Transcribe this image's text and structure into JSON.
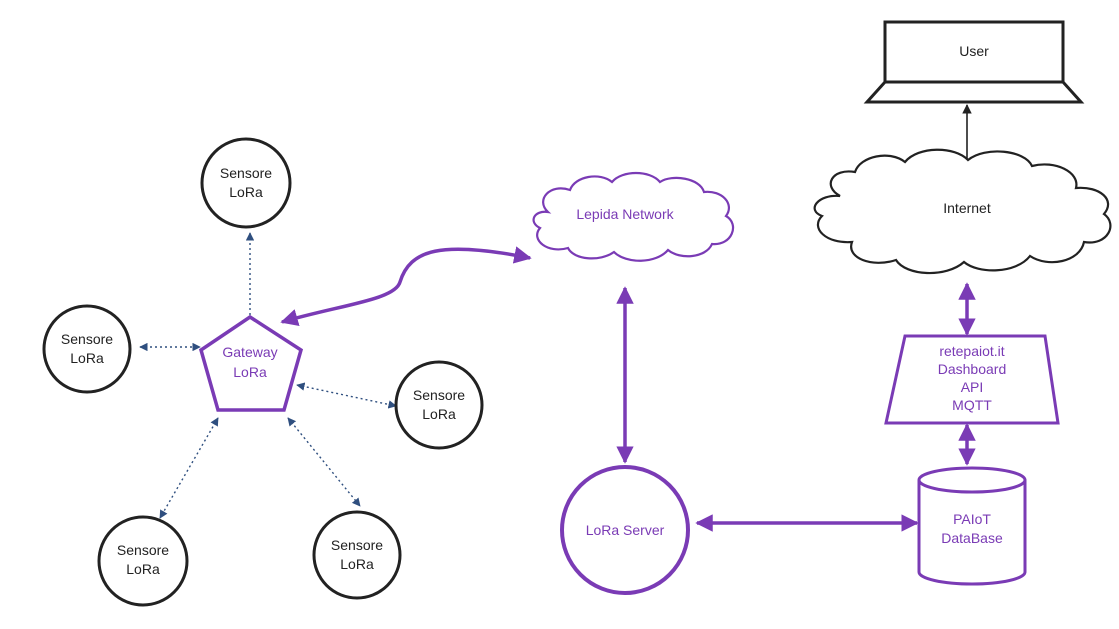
{
  "colors": {
    "accent": "#7a3bb5",
    "node_outline": "#222222",
    "dotted_link": "#2f4f7f",
    "background": "#ffffff"
  },
  "nodes": {
    "sensors": [
      {
        "line1": "Sensore",
        "line2": "LoRa"
      },
      {
        "line1": "Sensore",
        "line2": "LoRa"
      },
      {
        "line1": "Sensore",
        "line2": "LoRa"
      },
      {
        "line1": "Sensore",
        "line2": "LoRa"
      },
      {
        "line1": "Sensore",
        "line2": "LoRa"
      }
    ],
    "gateway": {
      "line1": "Gateway",
      "line2": "LoRa"
    },
    "lepida_network": {
      "label": "Lepida Network"
    },
    "lora_server": {
      "label": "LoRa Server"
    },
    "internet": {
      "label": "Internet"
    },
    "user": {
      "label": "User"
    },
    "portal": {
      "lines": [
        "retepaiot.it",
        "Dashboard",
        "API",
        "MQTT"
      ]
    },
    "database": {
      "line1": "PAIoT",
      "line2": "DataBase"
    }
  }
}
